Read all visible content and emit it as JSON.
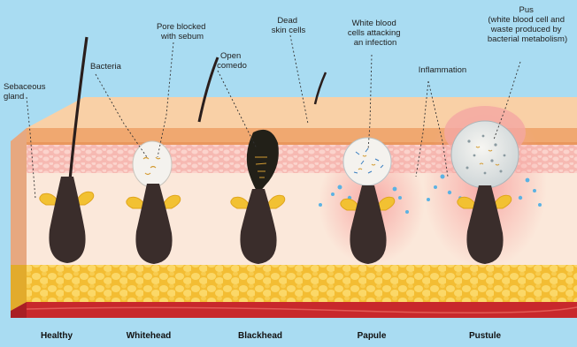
{
  "labels": {
    "sebaceous_gland": [
      "Sebaceous",
      "gland"
    ],
    "bacteria": "Bacteria",
    "pore_blocked": [
      "Pore blocked",
      "with sebum"
    ],
    "open_comedo": [
      "Open",
      "comedo"
    ],
    "dead_skin_cells": [
      "Dead",
      "skin cells"
    ],
    "white_blood_cells": [
      "White blood",
      "cells attacking",
      "an infection"
    ],
    "inflammation": "Inflammation",
    "pus": [
      "Pus",
      "(white blood cell and",
      "waste produced by",
      "bacterial metabolism)"
    ]
  },
  "stages": [
    "Healthy",
    "Whitehead",
    "Blackhead",
    "Papule",
    "Pustule"
  ],
  "colors": {
    "background": "#a9dcf2",
    "epidermis": "#f6c79a",
    "dermis": "#fbe8da",
    "fat": "#f5c94a",
    "muscle": "#c8282c",
    "follicle": "#3a2d2b",
    "gland": "#f2c132",
    "sebum": "#f4f2ee",
    "blackhead": "#222018",
    "inflammation": "#f39a98"
  }
}
